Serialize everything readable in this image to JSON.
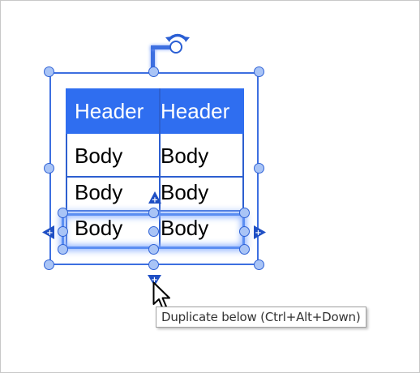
{
  "table": {
    "header": [
      "Header",
      "Header"
    ],
    "rows": [
      [
        "Body",
        "Body"
      ],
      [
        "Body",
        "Body"
      ],
      [
        "Body",
        "Body"
      ]
    ]
  },
  "tooltip": {
    "text": "Duplicate below (Ctrl+Alt+Down)"
  },
  "colors": {
    "selection": "#3d6fe0",
    "header_fill": "#2f6ef0",
    "handle_fill": "#a9c4f6"
  },
  "icons": {
    "rotate": "rotate-arrow-icon",
    "insert_above": "insert-above-icon",
    "insert_below": "insert-below-icon",
    "insert_left": "insert-left-icon",
    "insert_right": "insert-right-icon",
    "cursor": "mouse-pointer-icon"
  }
}
